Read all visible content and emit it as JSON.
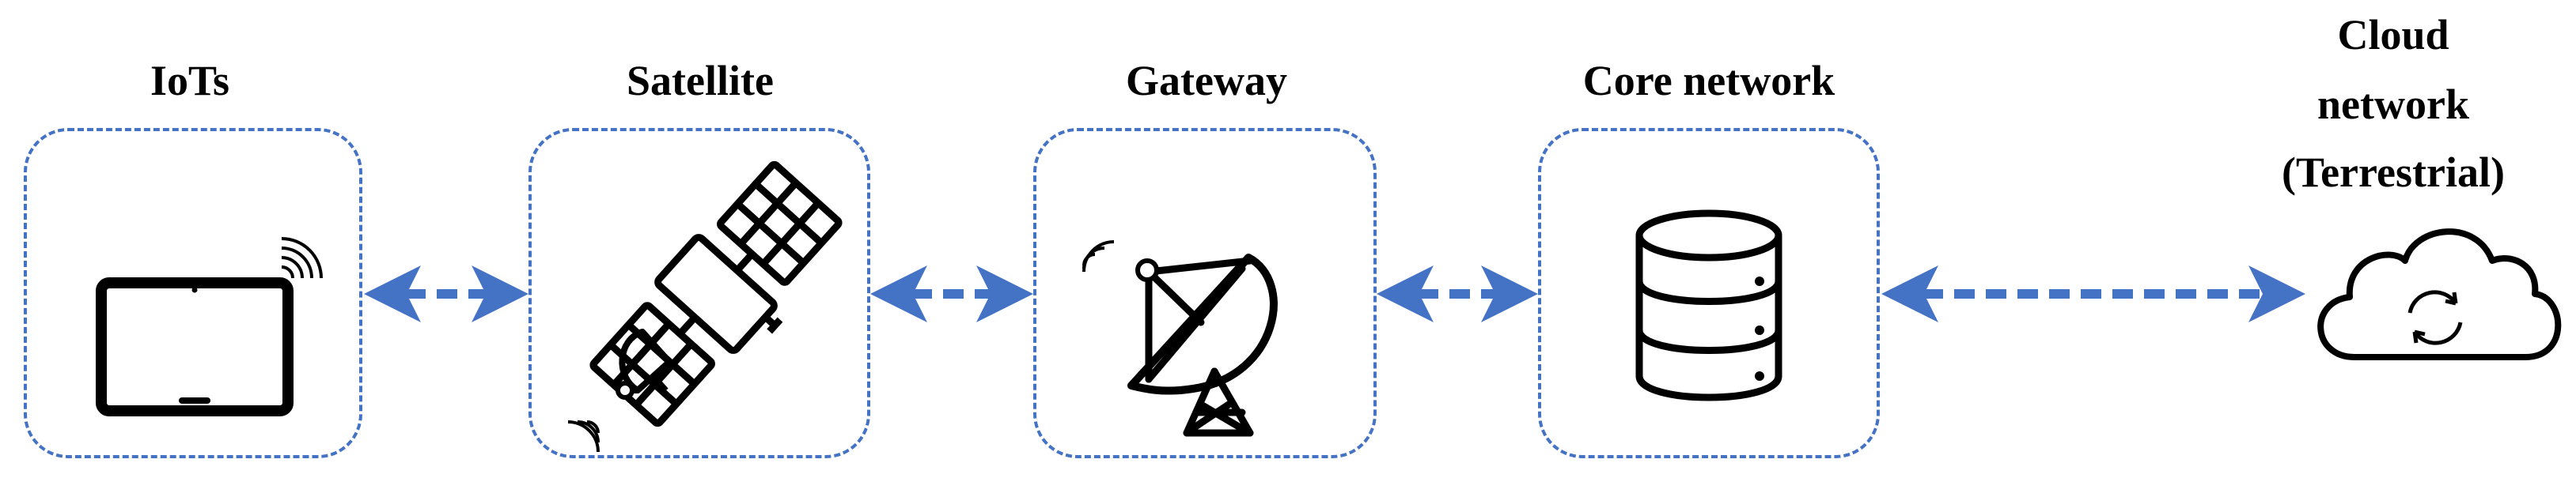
{
  "nodes": [
    {
      "id": "iots",
      "label": "IoTs",
      "icon": "tablet-icon"
    },
    {
      "id": "satellite",
      "label": "Satellite",
      "icon": "satellite-icon"
    },
    {
      "id": "gateway",
      "label": "Gateway",
      "icon": "satellite-dish-icon"
    },
    {
      "id": "core",
      "label": "Core network",
      "icon": "database-icon"
    },
    {
      "id": "cloud",
      "label_lines": [
        "Cloud",
        "network",
        "(Terrestrial)"
      ],
      "icon": "cloud-sync-icon"
    }
  ],
  "links": [
    {
      "from": "iots",
      "to": "satellite",
      "type": "bidirectional-dashed"
    },
    {
      "from": "satellite",
      "to": "gateway",
      "type": "bidirectional-dashed"
    },
    {
      "from": "gateway",
      "to": "core",
      "type": "bidirectional-dashed"
    },
    {
      "from": "core",
      "to": "cloud",
      "type": "bidirectional-dashed"
    }
  ],
  "colors": {
    "accent": "#4472c4",
    "icon": "#000000"
  }
}
